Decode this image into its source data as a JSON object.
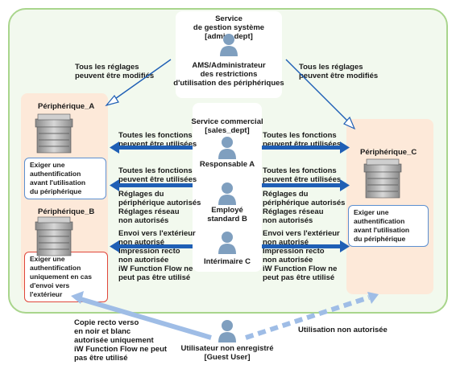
{
  "admin_service": {
    "title": "Service\nde gestion système\n[admin_dept]",
    "role": "AMS/Administrateur\ndes restrictions\nd'utilisation des périphériques"
  },
  "label_all_settings_left": "Tous les réglages\npeuvent être modifiés",
  "label_all_settings_right": "Tous les réglages\npeuvent être modifiés",
  "device_a": {
    "name": "Périphérique_A",
    "auth": "Exiger une authentification\navant l'utilisation\ndu périphérique"
  },
  "device_b": {
    "name": "Périphérique_B",
    "auth": "Exiger une authentification\nuniquement en cas\nd'envoi vers l'extérieur"
  },
  "device_c": {
    "name": "Périphérique_C",
    "auth": "Exiger une authentification\navant l'utilisation\ndu périphérique"
  },
  "sales_service": {
    "title": "Service commercial\n[sales_dept]"
  },
  "users": {
    "responsable": "Responsable A",
    "employe": "Employé\nstandard B",
    "interimaire": "Intérimaire C",
    "guest": "Utilisateur non enregistré\n[Guest User]"
  },
  "perm_responsable_left": "Toutes les fonctions\npeuvent être utilisées",
  "perm_responsable_right": "Toutes les fonctions\npeuvent être utilisées",
  "perm_employe_left": "Toutes les fonctions\npeuvent être utilisées",
  "perm_employe_right": "Toutes les fonctions\npeuvent être utilisées",
  "perm_employe_left_2": "Réglages du\npériphérique autorisés\nRéglages réseau\nnon autorisés",
  "perm_employe_right_2": "Réglages du\npériphérique autorisés\nRéglages réseau\nnon autorisés",
  "perm_interim_left": "Envoi vers l'extérieur\nnon autorisé\nImpression recto\nnon autorisée\niW Function Flow ne\npeut pas être utilisé",
  "perm_interim_right": "Envoi vers l'extérieur\nnon autorisé\nImpression recto\nnon autorisée\niW Function Flow ne\npeut pas être utilisé",
  "guest_left": "Copie recto verso\nen noir et blanc\nautorisée uniquement\niW Function Flow ne peut\npas être utilisé",
  "guest_right": "Utilisation non autorisée",
  "colors": {
    "frame_border": "#a9d58c",
    "frame_bg": "#f2f9ee",
    "device_panel": "#fde9d9",
    "arrow_blue": "#1f5fb5",
    "arrow_light": "#9fbde6",
    "person": "#7f9fbf",
    "auth_blue": "#5b8fd0",
    "auth_red": "#e0463a"
  }
}
